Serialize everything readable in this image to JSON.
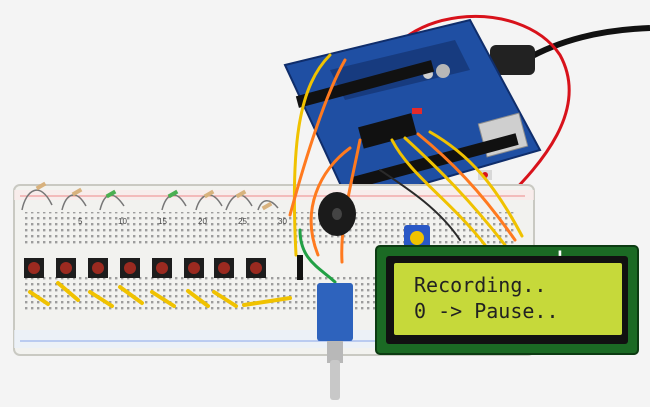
{
  "lcd": {
    "line1": "Recording..",
    "line2": "0 -> Pause.."
  },
  "breadboard": {
    "column_numbers": [
      "5",
      "10",
      "15",
      "20",
      "25",
      "30"
    ]
  },
  "colors": {
    "arduino_board": "#1f4fa3",
    "lcd_screen": "#c6d93a",
    "breadboard": "#f2f2ef",
    "wire_yellow": "#f0c200",
    "wire_orange": "#ff7a1f",
    "wire_red": "#d8121b",
    "buzzer": "#1b1b1b",
    "button_cap": "#9b2a20"
  }
}
